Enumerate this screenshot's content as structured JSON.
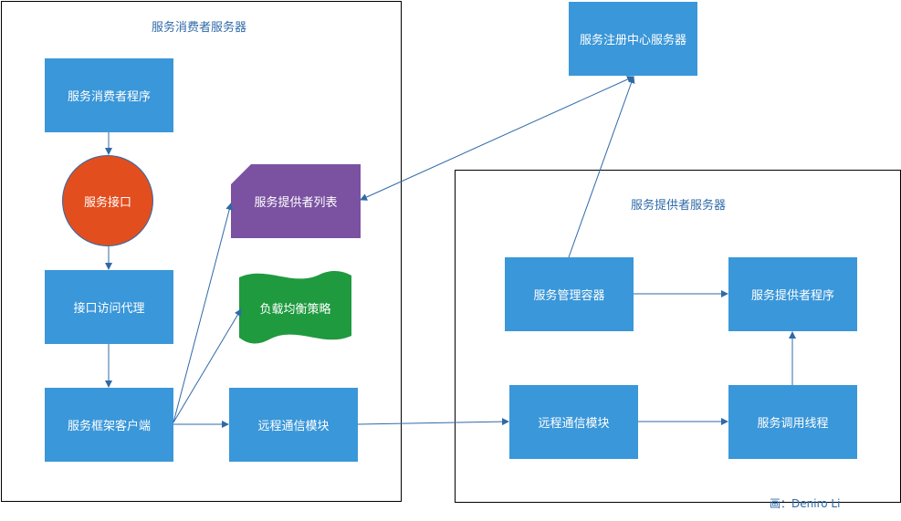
{
  "consumer_server": {
    "title": "服务消费者服务器"
  },
  "provider_server": {
    "title": "服务提供者服务器"
  },
  "registry": {
    "label": "服务注册中心服务器"
  },
  "consumer_nodes": {
    "consumer_program": "服务消费者程序",
    "service_interface": "服务接口",
    "interface_proxy": "接口访问代理",
    "framework_client": "服务框架客户端",
    "provider_list": "服务提供者列表",
    "load_balance": "负载均衡策略",
    "remote_comm": "远程通信模块"
  },
  "provider_nodes": {
    "service_container": "服务管理容器",
    "provider_program": "服务提供者程序",
    "remote_comm": "远程通信模块",
    "invoke_thread": "服务调用线程"
  },
  "credit": "画：Deniro Li",
  "colors": {
    "box_blue": "#3a97d9",
    "circle_orange": "#e34e1f",
    "list_purple": "#7a52a1",
    "strategy_green": "#1f9a3f",
    "arrow": "#2f6aa8"
  }
}
